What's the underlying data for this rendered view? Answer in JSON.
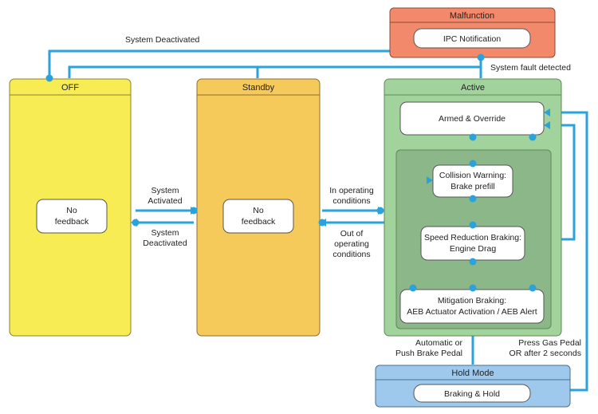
{
  "states": {
    "off": {
      "title": "OFF",
      "inner": [
        "No",
        "feedback"
      ],
      "color": "#f8ec55"
    },
    "standby": {
      "title": "Standby",
      "inner": [
        "No",
        "feedback"
      ],
      "color": "#f5c95a"
    },
    "active": {
      "title": "Active",
      "color": "#a3d39c",
      "inner_color": "#8cb889",
      "substates": {
        "armed": "Armed & Override",
        "collision": [
          "Collision Warning:",
          "Brake prefill"
        ],
        "speed": [
          "Speed Reduction Braking:",
          "Engine Drag"
        ],
        "mitigation": [
          "Mitigation Braking:",
          "AEB Actuator Activation / AEB Alert"
        ]
      }
    },
    "malfunction": {
      "title": "Malfunction",
      "inner": "IPC Notification",
      "color": "#f2896b"
    },
    "hold": {
      "title": "Hold Mode",
      "inner": "Braking & Hold",
      "color": "#9ec9ed"
    }
  },
  "transitions": {
    "system_deactivated_top": "System Deactivated",
    "system_fault": "System fault detected",
    "system_activated": [
      "System",
      "Activated"
    ],
    "system_deactivated": [
      "System",
      "Deactivated"
    ],
    "in_operating": [
      "In operating",
      "conditions"
    ],
    "out_operating": [
      "Out of",
      "operating",
      "conditions"
    ],
    "brake_pedal": [
      "Automatic or",
      "Push Brake Pedal"
    ],
    "gas_pedal": [
      "Press Gas Pedal",
      "OR after 2 seconds"
    ]
  },
  "colors": {
    "edge": "#2aa3dd"
  }
}
